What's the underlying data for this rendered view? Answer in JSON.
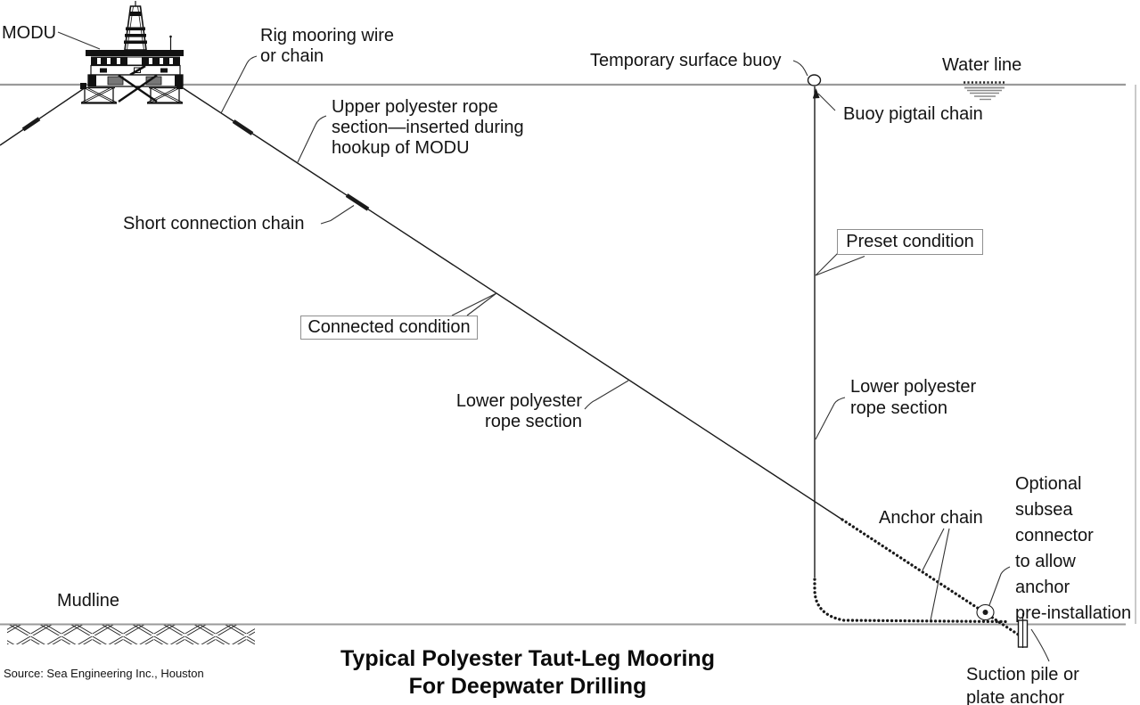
{
  "colors": {
    "line_black": "#1a1a1a",
    "water_gray": "#9a9a9a",
    "box_border_gray": "#8f8f8f"
  },
  "labels": {
    "modu": "MODU",
    "rig_mooring": [
      "Rig mooring wire",
      "or chain"
    ],
    "upper_polyester": [
      "Upper polyester rope",
      "section—inserted during",
      "hookup of MODU"
    ],
    "short_connection": "Short connection chain",
    "connected_condition": "Connected condition",
    "lower_polyester_left": [
      "Lower polyester",
      "rope section"
    ],
    "temporary_buoy": "Temporary surface buoy",
    "water_line": "Water line",
    "buoy_pigtail": "Buoy pigtail chain",
    "preset_condition": "Preset condition",
    "lower_polyester_right": [
      "Lower polyester",
      "rope section"
    ],
    "anchor_chain": "Anchor chain",
    "optional_connector": [
      "Optional",
      "subsea",
      "connector",
      "to allow",
      "anchor",
      "pre-installation"
    ],
    "mudline": "Mudline",
    "suction_pile": [
      "Suction pile or",
      "plate anchor"
    ]
  },
  "title": [
    "Typical Polyester Taut-Leg Mooring",
    "For Deepwater Drilling"
  ],
  "source": "Source: Sea Engineering Inc., Houston"
}
